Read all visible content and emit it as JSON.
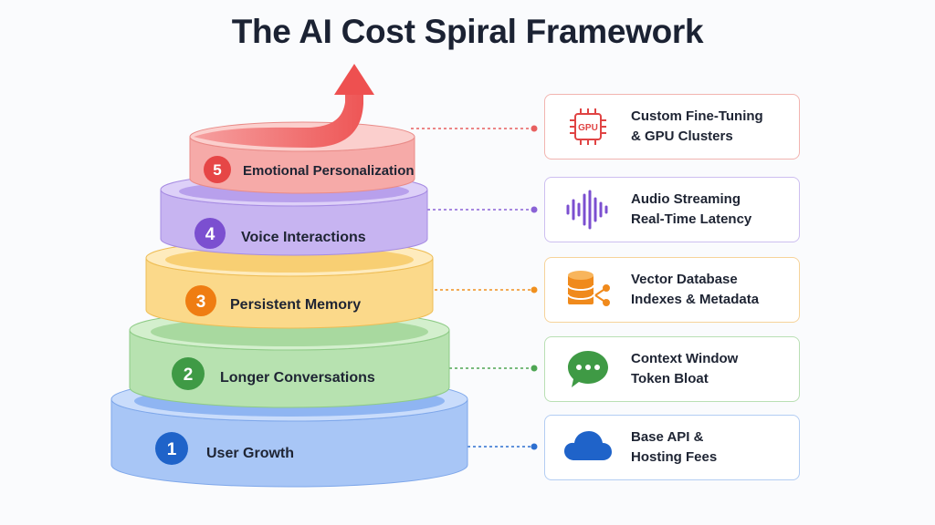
{
  "title": "The AI Cost Spiral Framework",
  "tiers": [
    {
      "num": "5",
      "label": "Emotional Personalization",
      "color": "#e64646"
    },
    {
      "num": "4",
      "label": "Voice Interactions",
      "color": "#7b4fd0"
    },
    {
      "num": "3",
      "label": "Persistent Memory",
      "color": "#ef7d12"
    },
    {
      "num": "2",
      "label": "Longer Conversations",
      "color": "#3f9a45"
    },
    {
      "num": "1",
      "label": "User Growth",
      "color": "#1f63c9"
    }
  ],
  "cards": [
    {
      "icon": "gpu-chip-icon",
      "icon_text": "GPU",
      "line1": "Custom Fine-Tuning",
      "line2": "& GPU Clusters"
    },
    {
      "icon": "audio-waveform-icon",
      "line1": "Audio Streaming",
      "line2": "Real-Time Latency"
    },
    {
      "icon": "vector-database-icon",
      "line1": "Vector Database",
      "line2": "Indexes & Metadata"
    },
    {
      "icon": "chat-bubble-icon",
      "line1": "Context Window",
      "line2": "Token Bloat"
    },
    {
      "icon": "cloud-icon",
      "line1": "Base API &",
      "line2": "Hosting Fees"
    }
  ]
}
